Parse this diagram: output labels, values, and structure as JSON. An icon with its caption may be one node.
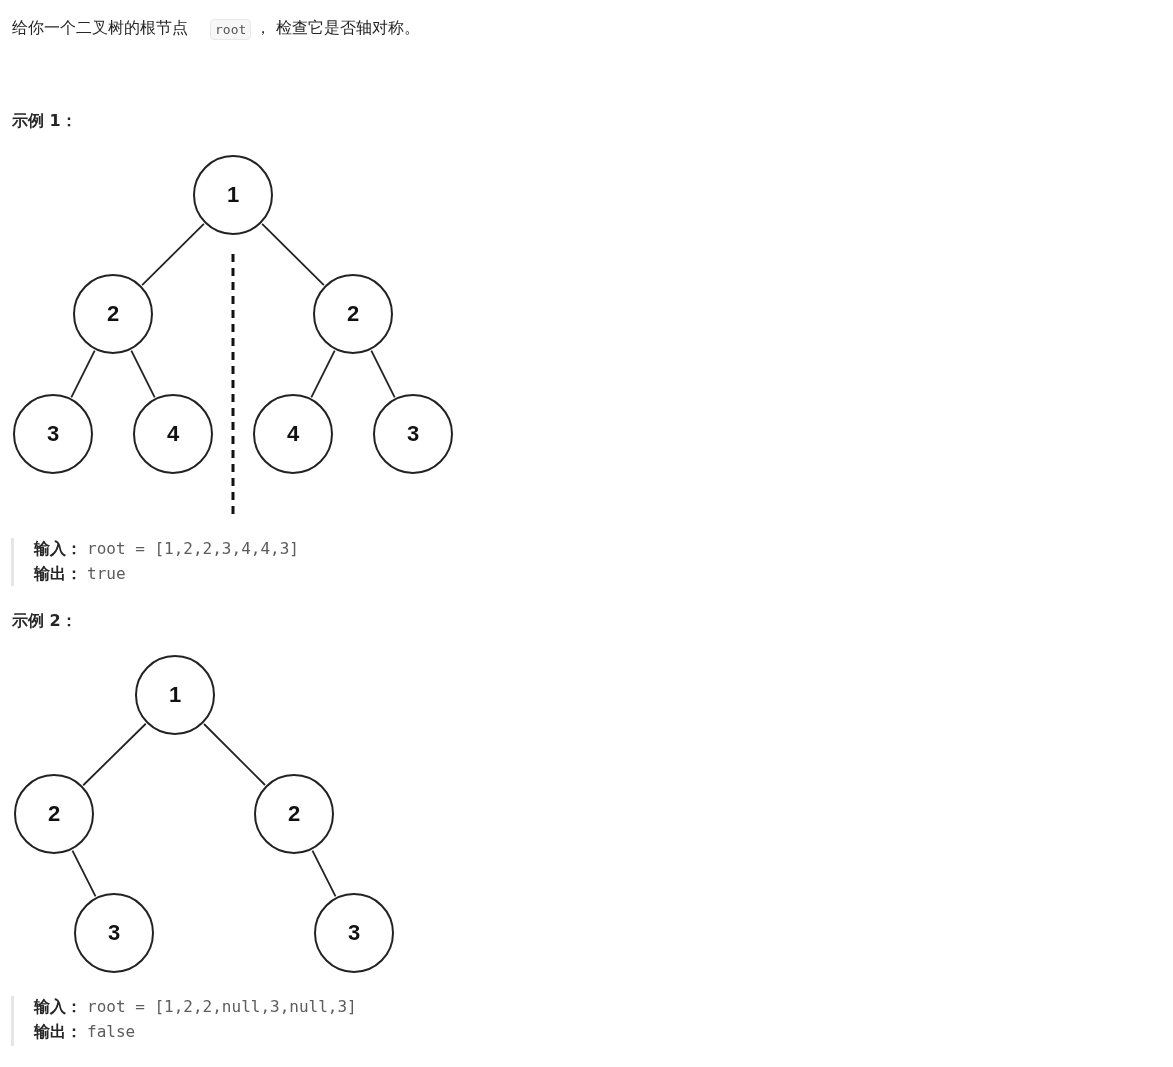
{
  "diagram": {
    "nodes": [
      {
        "text": [
          "1"
        ]
      },
      {
        "text": [
          "2"
        ]
      },
      {
        "text": [
          "2"
        ]
      },
      {
        "text": [
          "3"
        ]
      },
      {
        "text": [
          "4"
        ]
      },
      {
        "text": [
          "4"
        ]
      },
      {
        "text": [
          "3"
        ]
      },
      {
        "text": [
          "1"
        ]
      },
      {
        "text": [
          "2"
        ]
      },
      {
        "text": [
          "2"
        ]
      },
      {
        "text": [
          "3"
        ]
      },
      {
        "text": [
          "3"
        ]
      }
    ],
    "edges": [
      {
        "from": 0,
        "to": 1,
        "arrow": "none"
      },
      {
        "from": 0,
        "to": 2,
        "arrow": "none"
      },
      {
        "from": 1,
        "to": 3,
        "arrow": "none"
      },
      {
        "from": 1,
        "to": 4,
        "arrow": "none"
      },
      {
        "from": 2,
        "to": 5,
        "arrow": "none"
      },
      {
        "from": 2,
        "to": 6,
        "arrow": "none"
      },
      {
        "from": 7,
        "to": 8,
        "arrow": "none"
      },
      {
        "from": 7,
        "to": 9,
        "arrow": "none"
      },
      {
        "from": 8,
        "to": 10,
        "arrow": "none"
      },
      {
        "from": 9,
        "to": 11,
        "arrow": "none"
      }
    ],
    "labels": [
      "给你一个二叉树的根节点",
      "root",
      "， 检查它是否轴对称。",
      "示例 1：",
      "输入：",
      "root = [1,2,2,3,4,4,3]",
      "输出：",
      "true",
      "示例 2：",
      "输入：",
      "root = [1,2,2,null,3,null,3]",
      "输出：",
      "false"
    ]
  }
}
